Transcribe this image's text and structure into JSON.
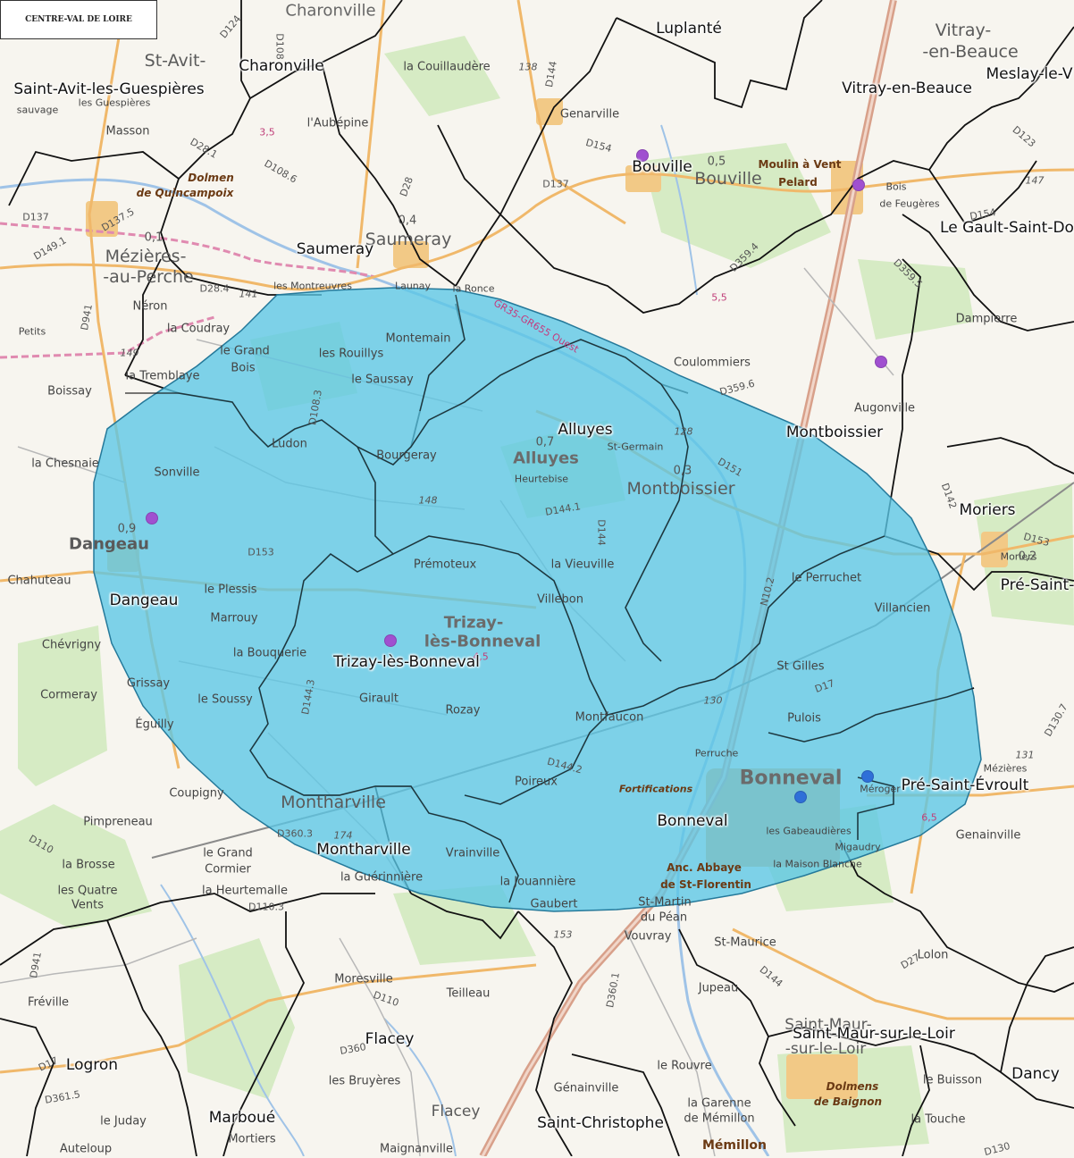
{
  "region_label": "CENTRE-VAL DE LOIRE",
  "colors": {
    "background": "#f7f5ef",
    "area_fill": "#5bc6e6",
    "area_stroke": "#25799a",
    "commune_border": "#111111",
    "marker_purple": "#a050d0",
    "marker_blue": "#2f6fd8",
    "highway": "#d8a08a",
    "river": "#9fc3e7",
    "forest": "#d6ebc4"
  },
  "communes": [
    {
      "id": "luplante",
      "name": "Luplanté"
    },
    {
      "id": "charonville",
      "name": "Charonville"
    },
    {
      "id": "saint-avit",
      "name": "Saint-Avit-les-Guespières"
    },
    {
      "id": "vitray",
      "name": "Vitray-en-Beauce"
    },
    {
      "id": "meslay",
      "name": "Meslay-le-V"
    },
    {
      "id": "bouville",
      "name": "Bouville"
    },
    {
      "id": "le-gault",
      "name": "Le Gault-Saint-Do"
    },
    {
      "id": "saumeray",
      "name": "Saumeray"
    },
    {
      "id": "alluyes",
      "name": "Alluyes"
    },
    {
      "id": "montboissier",
      "name": "Montboissier"
    },
    {
      "id": "moriers",
      "name": "Moriers"
    },
    {
      "id": "pre-saint-partial",
      "name": "Pré-Saint-"
    },
    {
      "id": "dangeau",
      "name": "Dangeau"
    },
    {
      "id": "trizay",
      "name": "Trizay-lès-Bonneval"
    },
    {
      "id": "pre-saint-evroult",
      "name": "Pré-Saint-Évroult"
    },
    {
      "id": "bonneval",
      "name": "Bonneval"
    },
    {
      "id": "montharville",
      "name": "Montharville"
    },
    {
      "id": "saint-maur",
      "name": "Saint-Maur-sur-le-Loir"
    },
    {
      "id": "flacey",
      "name": "Flacey"
    },
    {
      "id": "logron",
      "name": "Logron"
    },
    {
      "id": "dancy",
      "name": "Dancy"
    },
    {
      "id": "marboue",
      "name": "Marboué"
    },
    {
      "id": "saint-christophe",
      "name": "Saint-Christophe"
    }
  ],
  "topo_labels": [
    {
      "id": "t1",
      "text": "Charonville"
    },
    {
      "id": "t2",
      "text": "St-Avit-"
    },
    {
      "id": "t3",
      "text": "Vitray-"
    },
    {
      "id": "t4",
      "text": "-en-Beauce"
    },
    {
      "id": "t5",
      "text": "la Couillaudère"
    },
    {
      "id": "t6",
      "text": "les Guespières"
    },
    {
      "id": "t7",
      "text": "sauvage"
    },
    {
      "id": "t8",
      "text": "Genarville"
    },
    {
      "id": "t9",
      "text": "l'Aubépine"
    },
    {
      "id": "t10",
      "text": "Masson"
    },
    {
      "id": "t11",
      "text": "Bouville"
    },
    {
      "id": "t12",
      "text": "Saumeray"
    },
    {
      "id": "t13",
      "text": "Mézières-"
    },
    {
      "id": "t14",
      "text": "-au-Perche"
    },
    {
      "id": "t15",
      "text": "les Montreuvres"
    },
    {
      "id": "t16",
      "text": "Launay"
    },
    {
      "id": "t17",
      "text": "la Ronce"
    },
    {
      "id": "t18",
      "text": "Néron"
    },
    {
      "id": "t19",
      "text": "la Coudray"
    },
    {
      "id": "t20",
      "text": "Petits"
    },
    {
      "id": "t21",
      "text": "Dampierre"
    },
    {
      "id": "t22",
      "text": "Coulommiers"
    },
    {
      "id": "t23",
      "text": "Augonville"
    },
    {
      "id": "t24",
      "text": "Montemain"
    },
    {
      "id": "t25",
      "text": "les Rouillys"
    },
    {
      "id": "t26",
      "text": "le Saussay"
    },
    {
      "id": "t27",
      "text": "le Grand"
    },
    {
      "id": "t28",
      "text": "Bois"
    },
    {
      "id": "t29",
      "text": "la Tremblaye"
    },
    {
      "id": "t30",
      "text": "Boissay"
    },
    {
      "id": "t31",
      "text": "la Chesnaie"
    },
    {
      "id": "t32",
      "text": "Sonville"
    },
    {
      "id": "t33",
      "text": "Ludon"
    },
    {
      "id": "t34",
      "text": "Bourgeray"
    },
    {
      "id": "t35",
      "text": "Alluyes"
    },
    {
      "id": "t36",
      "text": "Heurtebise"
    },
    {
      "id": "t37",
      "text": "St-Germain"
    },
    {
      "id": "t38",
      "text": "Montboissier"
    },
    {
      "id": "t39",
      "text": "Dangeau"
    },
    {
      "id": "t40",
      "text": "Chahuteau"
    },
    {
      "id": "t41",
      "text": "le Plessis"
    },
    {
      "id": "t42",
      "text": "Marrouy"
    },
    {
      "id": "t43",
      "text": "Prémoteux"
    },
    {
      "id": "t44",
      "text": "la Vieuville"
    },
    {
      "id": "t45",
      "text": "Villebon"
    },
    {
      "id": "t46",
      "text": "le Perruchet"
    },
    {
      "id": "t47",
      "text": "Villancien"
    },
    {
      "id": "t48",
      "text": "Chévrigny"
    },
    {
      "id": "t49",
      "text": "la Bouquerie"
    },
    {
      "id": "t50",
      "text": "Trizay-"
    },
    {
      "id": "t51",
      "text": "lès-Bonneval"
    },
    {
      "id": "t52",
      "text": "St Gilles"
    },
    {
      "id": "t53",
      "text": "Cormeray"
    },
    {
      "id": "t54",
      "text": "Grissay"
    },
    {
      "id": "t55",
      "text": "le Soussy"
    },
    {
      "id": "t56",
      "text": "Girault"
    },
    {
      "id": "t57",
      "text": "Rozay"
    },
    {
      "id": "t58",
      "text": "Montfaucon"
    },
    {
      "id": "t59",
      "text": "Pulois"
    },
    {
      "id": "t60",
      "text": "Éguilly"
    },
    {
      "id": "t61",
      "text": "Perruche"
    },
    {
      "id": "t62",
      "text": "Bonneval"
    },
    {
      "id": "t63",
      "text": "Mézières"
    },
    {
      "id": "t64",
      "text": "Méroger"
    },
    {
      "id": "t65",
      "text": "Coupigny"
    },
    {
      "id": "t66",
      "text": "Montharville"
    },
    {
      "id": "t67",
      "text": "Poireux"
    },
    {
      "id": "t68",
      "text": "Fortifications"
    },
    {
      "id": "t69",
      "text": "les Gabeaudières"
    },
    {
      "id": "t70",
      "text": "Migaudry"
    },
    {
      "id": "t71",
      "text": "Genainville"
    },
    {
      "id": "t72",
      "text": "Pimpreneau"
    },
    {
      "id": "t73",
      "text": "le Grand"
    },
    {
      "id": "t74",
      "text": "Cormier"
    },
    {
      "id": "t75",
      "text": "Vrainville"
    },
    {
      "id": "t76",
      "text": "la Maison Blanche"
    },
    {
      "id": "t77",
      "text": "la Brosse"
    },
    {
      "id": "t78",
      "text": "les Quatre"
    },
    {
      "id": "t79",
      "text": "Vents"
    },
    {
      "id": "t80",
      "text": "la Heurtemalle"
    },
    {
      "id": "t81",
      "text": "la Guérinnière"
    },
    {
      "id": "t82",
      "text": "la Jouannière"
    },
    {
      "id": "t83",
      "text": "Gaubert"
    },
    {
      "id": "t84",
      "text": "St-Martin"
    },
    {
      "id": "t85",
      "text": "du Péan"
    },
    {
      "id": "t86",
      "text": "Vouvray"
    },
    {
      "id": "t87",
      "text": "St-Maurice"
    },
    {
      "id": "t88",
      "text": "Lolon"
    },
    {
      "id": "t89",
      "text": "Moresville"
    },
    {
      "id": "t90",
      "text": "Teilleau"
    },
    {
      "id": "t91",
      "text": "Jupeau"
    },
    {
      "id": "t92",
      "text": "Fréville"
    },
    {
      "id": "t93",
      "text": "Saint-Maur-"
    },
    {
      "id": "t94",
      "text": "-sur-le-Loir"
    },
    {
      "id": "t95",
      "text": "les Bruyères"
    },
    {
      "id": "t96",
      "text": "le Rouvre"
    },
    {
      "id": "t97",
      "text": "Génainville"
    },
    {
      "id": "t98",
      "text": "le Buisson"
    },
    {
      "id": "t99",
      "text": "la Touche"
    },
    {
      "id": "t100",
      "text": "Flacey"
    },
    {
      "id": "t101",
      "text": "la Garenne"
    },
    {
      "id": "t102",
      "text": "de Mémillon"
    },
    {
      "id": "t103",
      "text": "le Juday"
    },
    {
      "id": "t104",
      "text": "Mortiers"
    },
    {
      "id": "t105",
      "text": "Auteloup"
    },
    {
      "id": "t106",
      "text": "Maignanville"
    },
    {
      "id": "t107",
      "text": "Mémillon"
    },
    {
      "id": "t108",
      "text": "Pelard"
    },
    {
      "id": "t109",
      "text": "de Feugères"
    },
    {
      "id": "t110",
      "text": "Moriers"
    },
    {
      "id": "t111",
      "text": "Anc. Abbaye"
    },
    {
      "id": "t112",
      "text": "de St-Florentin"
    },
    {
      "id": "t113",
      "text": "Bois"
    }
  ],
  "landmarks": [
    {
      "id": "moulin",
      "text": "Moulin à Vent"
    },
    {
      "id": "dolmen1",
      "text": "Dolmen"
    },
    {
      "id": "dolmen1b",
      "text": "de Quincampoix"
    },
    {
      "id": "dolmens2",
      "text": "Dolmens"
    },
    {
      "id": "dolmens2b",
      "text": "de Baignon"
    }
  ],
  "road_labels": [
    "D124",
    "D108",
    "D28.1",
    "D108.6",
    "D28",
    "D137",
    "D149.1",
    "D137.5",
    "D28.4",
    "D941",
    "D154",
    "D137",
    "D144",
    "D359.4",
    "D359.5",
    "D151",
    "D359.6",
    "D123",
    "D154",
    "D153",
    "D108.3",
    "D144.1",
    "D144",
    "D153",
    "N10.2",
    "D17",
    "D144.3",
    "D144.2",
    "D360.3",
    "D110",
    "D110.3",
    "D941",
    "D110",
    "D360",
    "D27",
    "D360.1",
    "D144",
    "D361.5",
    "D17",
    "D130",
    "D130.7",
    "D142",
    "GR35-GR655 Ouest",
    "0,4",
    "0,5",
    "0,7",
    "0,3",
    "0,9",
    "0,1",
    "0,2",
    "3,5",
    "4,5",
    "5,5",
    "6,5",
    "138",
    "141",
    "147",
    "148",
    "149",
    "153",
    "131",
    "174",
    "128",
    "130"
  ],
  "markers": [
    {
      "id": "m-bouville",
      "type": "purple"
    },
    {
      "id": "m-vitray",
      "type": "purple"
    },
    {
      "id": "m-augonville",
      "type": "purple"
    },
    {
      "id": "m-dangeau",
      "type": "purple"
    },
    {
      "id": "m-trizay",
      "type": "purple"
    },
    {
      "id": "m-bonneval",
      "type": "blue"
    },
    {
      "id": "m-meroger",
      "type": "blue"
    }
  ],
  "highlighted_area": {
    "description_shown": false
  }
}
